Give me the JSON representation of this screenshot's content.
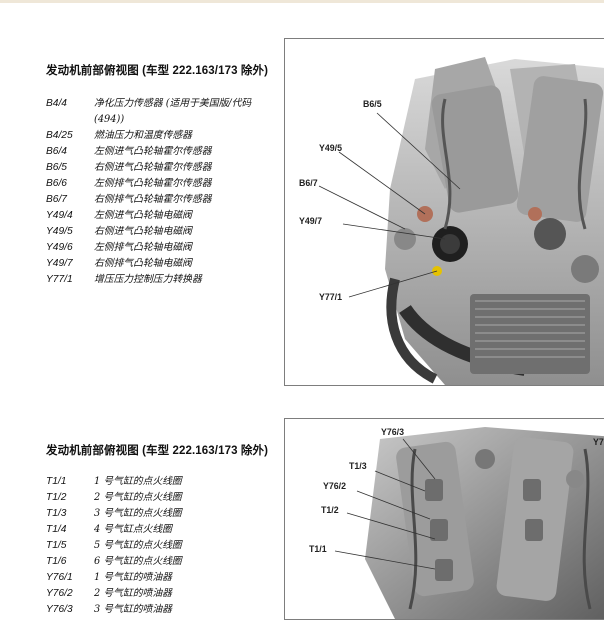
{
  "sections": [
    {
      "heading": "发动机前部俯视图 (车型 222.163/173 除外)",
      "legend": [
        {
          "code": "B4/4",
          "desc": "净化压力传感器 (适用于美国版/代码 (494))"
        },
        {
          "code": "B4/25",
          "desc": "燃油压力和温度传感器"
        },
        {
          "code": "B6/4",
          "desc": "左侧进气凸轮轴霍尔传感器"
        },
        {
          "code": "B6/5",
          "desc": "右侧进气凸轮轴霍尔传感器"
        },
        {
          "code": "B6/6",
          "desc": "左侧排气凸轮轴霍尔传感器"
        },
        {
          "code": "B6/7",
          "desc": "右侧排气凸轮轴霍尔传感器"
        },
        {
          "code": "Y49/4",
          "desc": "左侧进气凸轮轴电磁阀"
        },
        {
          "code": "Y49/5",
          "desc": "右侧进气凸轮轴电磁阀"
        },
        {
          "code": "Y49/6",
          "desc": "左侧排气凸轮轴电磁阀"
        },
        {
          "code": "Y49/7",
          "desc": "右侧排气凸轮轴电磁阀"
        },
        {
          "code": "Y77/1",
          "desc": "增压压力控制压力转换器"
        }
      ],
      "callouts": {
        "b6_5": "B6/5",
        "y49_5": "Y49/5",
        "b6_7": "B6/7",
        "y49_7": "Y49/7",
        "y77_1": "Y77/1"
      }
    },
    {
      "heading": "发动机前部俯视图 (车型 222.163/173 除外)",
      "legend": [
        {
          "code": "T1/1",
          "desc": "1 号气缸的点火线圈"
        },
        {
          "code": "T1/2",
          "desc": "2 号气缸的点火线圈"
        },
        {
          "code": "T1/3",
          "desc": "3 号气缸的点火线圈"
        },
        {
          "code": "T1/4",
          "desc": "4 号气缸点火线圈"
        },
        {
          "code": "T1/5",
          "desc": "5 号气缸的点火线圈"
        },
        {
          "code": "T1/6",
          "desc": "6 号气缸的点火线圈"
        },
        {
          "code": "Y76/1",
          "desc": "1 号气缸的喷油器"
        },
        {
          "code": "Y76/2",
          "desc": "2 号气缸的喷油器"
        },
        {
          "code": "Y76/3",
          "desc": "3 号气缸的喷油器"
        }
      ],
      "callouts": {
        "y76_3": "Y76/3",
        "y7_cut": "Y7",
        "t1_3": "T1/3",
        "y76_2": "Y76/2",
        "t1_2": "T1/2",
        "t1_1": "T1/1"
      }
    }
  ]
}
